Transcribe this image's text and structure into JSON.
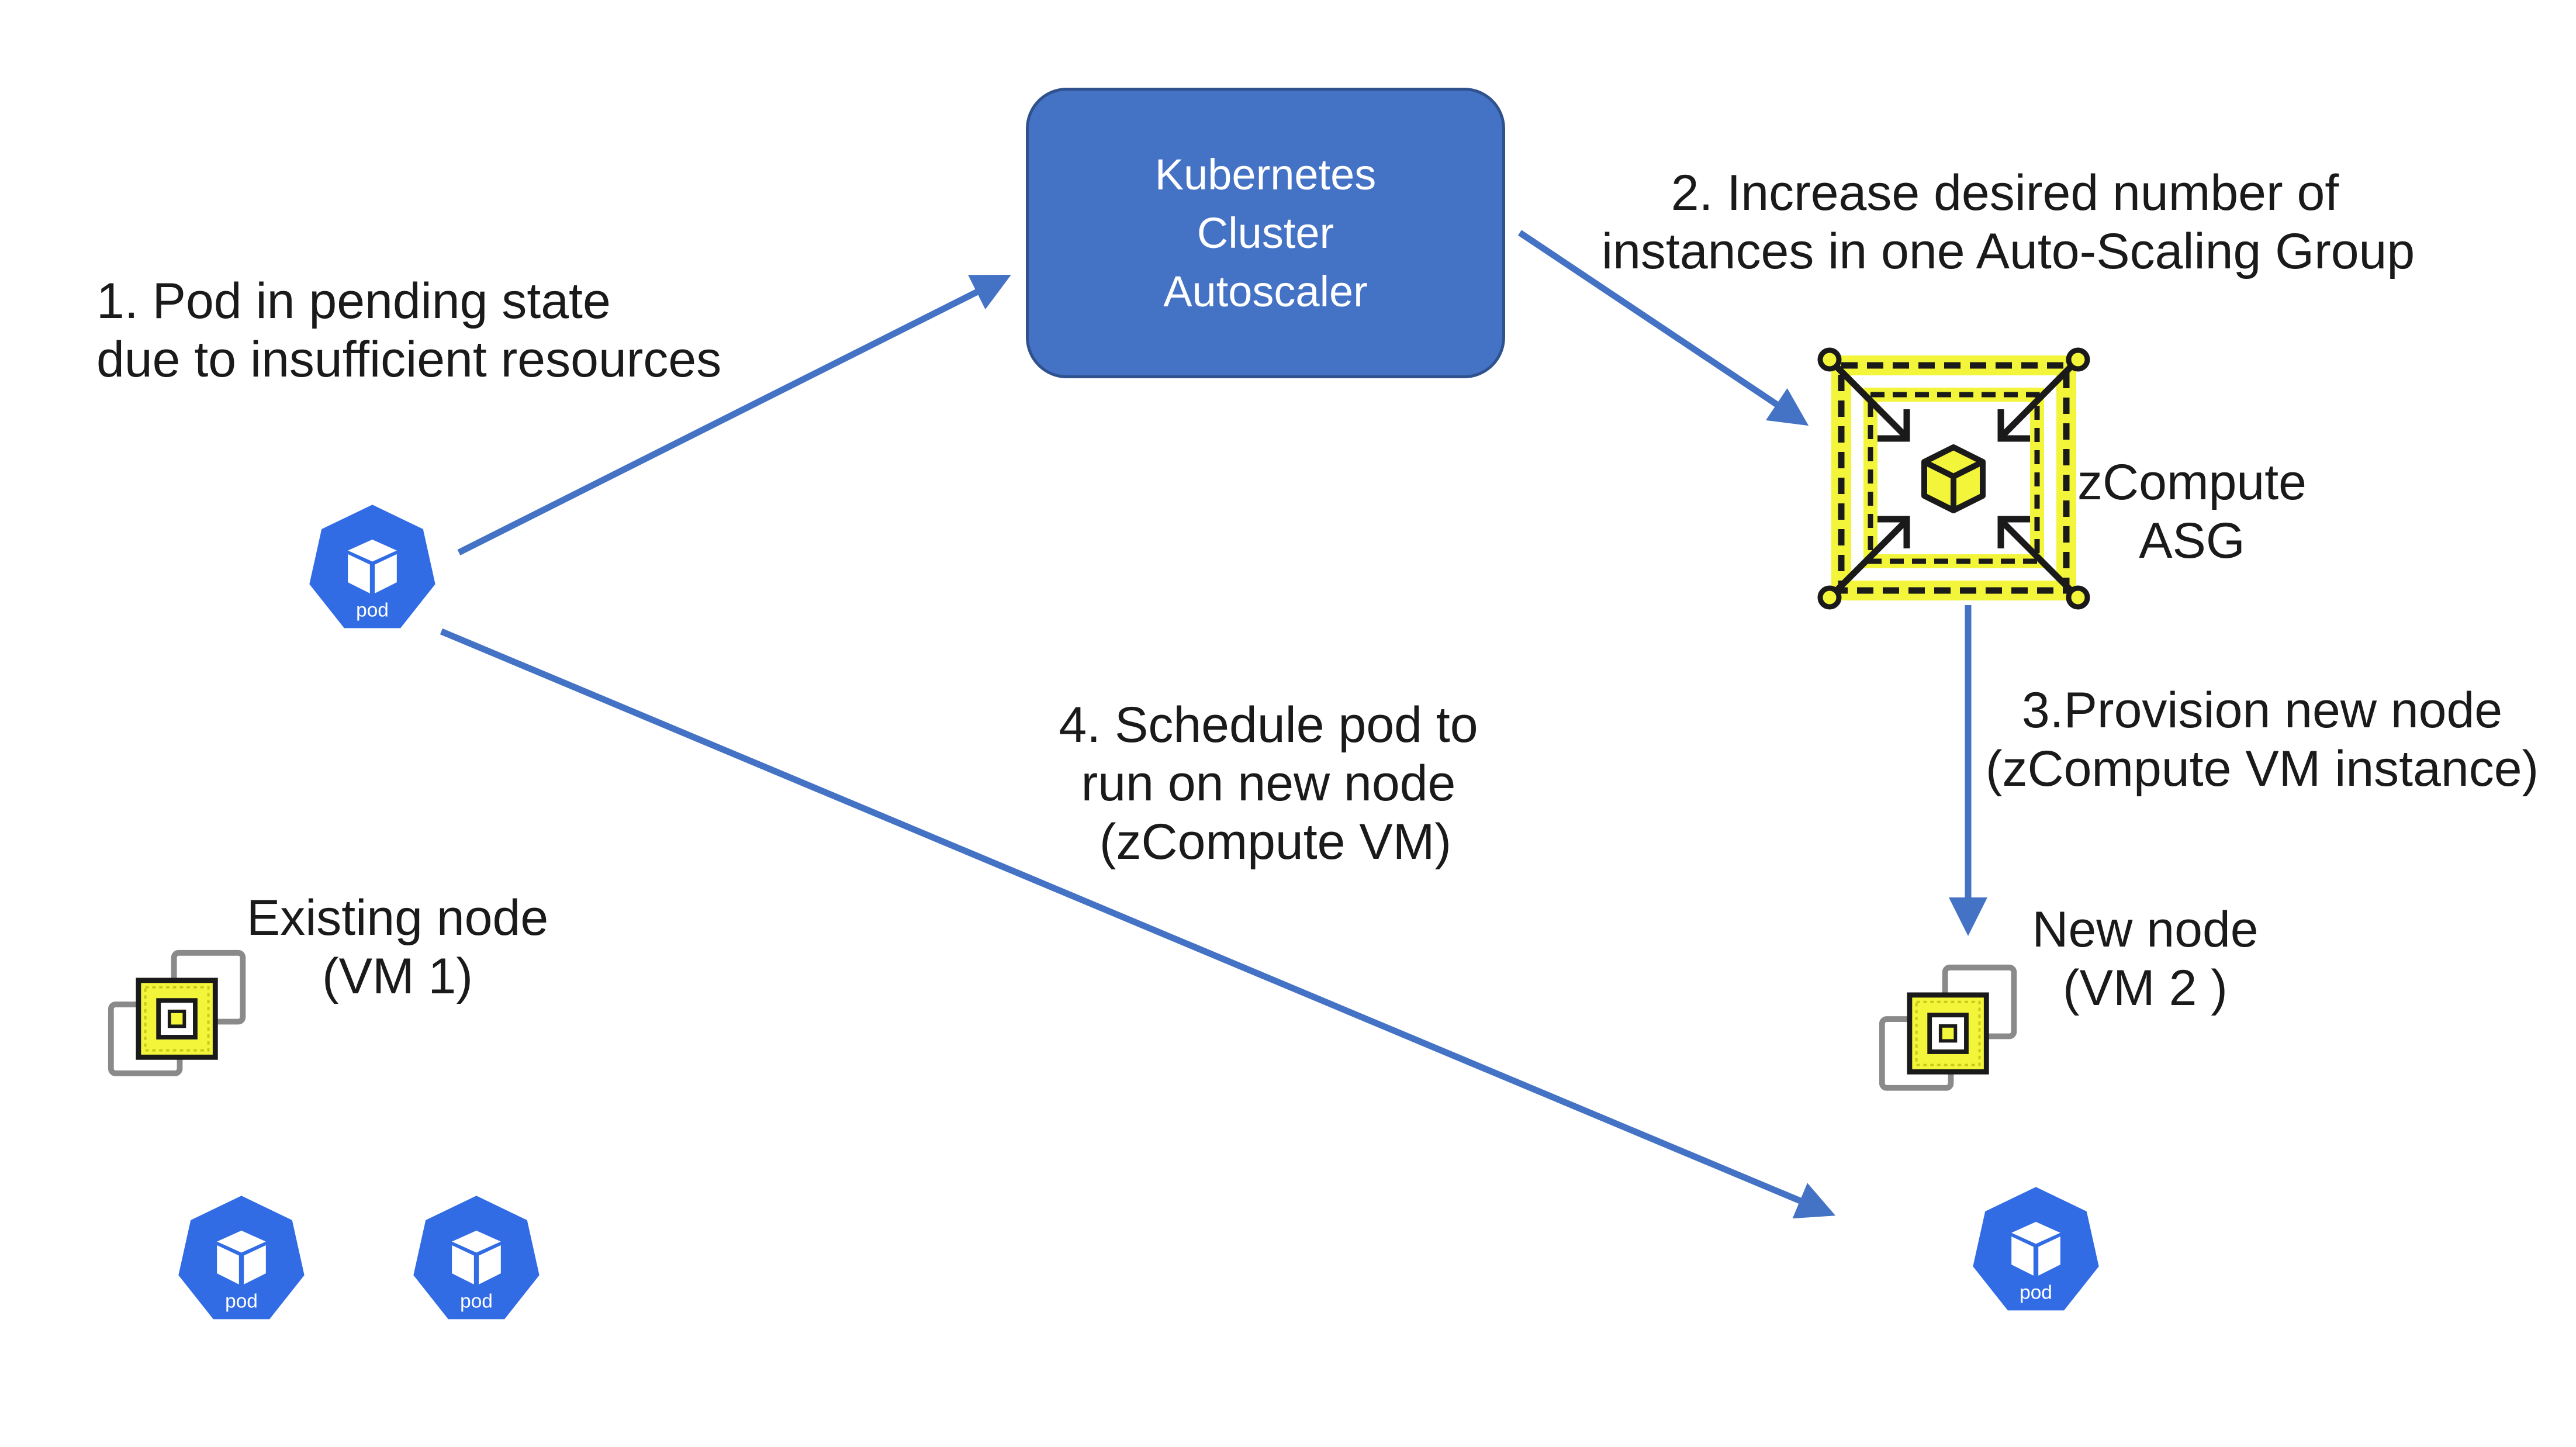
{
  "autoscaler": {
    "line1": "Kubernetes",
    "line2": "Cluster",
    "line3": "Autoscaler"
  },
  "steps": {
    "step1": {
      "line1": "1.  Pod in pending state",
      "line2": "due to insufficient resources"
    },
    "step2": {
      "line1": "2. Increase desired number of",
      "line2": "instances in one Auto-Scaling Group"
    },
    "step3": {
      "line1": "3.Provision new node",
      "line2": "(zCompute VM instance)"
    },
    "step4": {
      "line1": "4. Schedule pod to",
      "line2": "run on new node",
      "line3": " (zCompute VM)"
    }
  },
  "asg": {
    "line1": "zCompute",
    "line2": "ASG"
  },
  "existing_node": {
    "title": "Existing node",
    "subtitle": "(VM 1)"
  },
  "new_node": {
    "title": "New node",
    "subtitle": "(VM 2 )"
  },
  "pod_label": "pod",
  "icons": {
    "pod": "kubernetes-pod-icon",
    "asg": "auto-scaling-group-icon",
    "vm": "virtual-machine-chip-icon"
  },
  "colors": {
    "autoscaler_fill": "#4472c4",
    "arrow": "#4472c4",
    "pod_fill": "#326ce5",
    "chip_fill": "#f2f53a",
    "node_border": "#1a1a1a"
  }
}
